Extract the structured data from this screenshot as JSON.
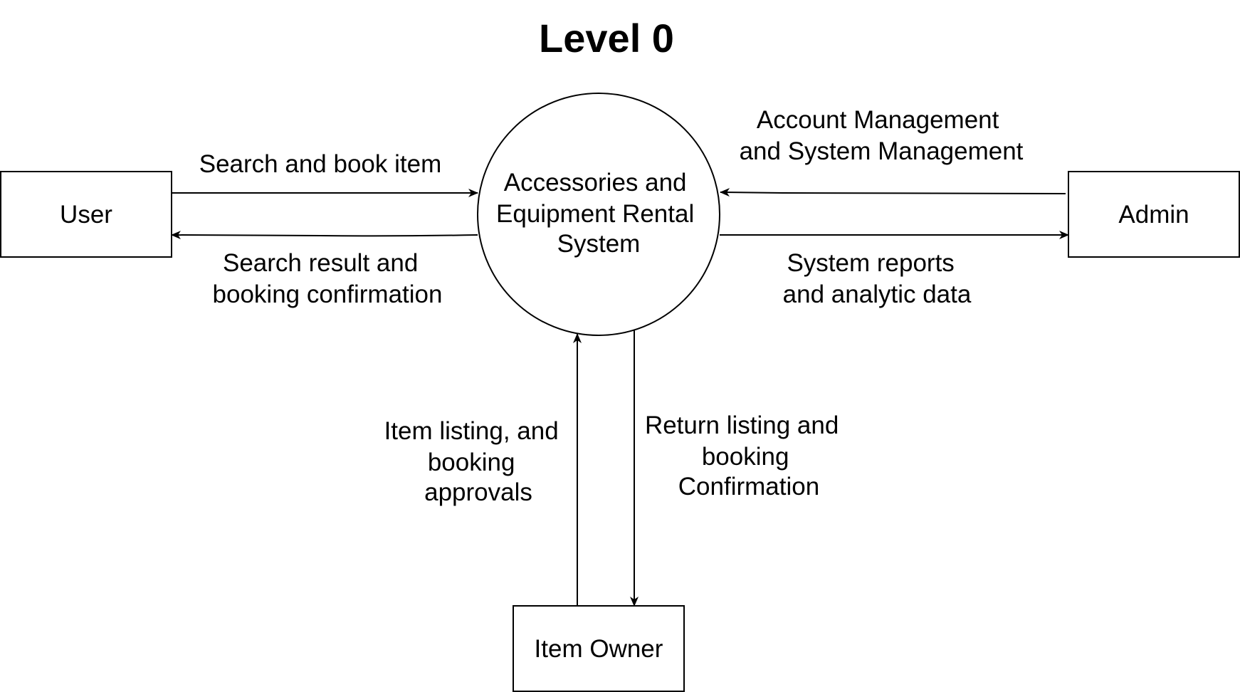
{
  "title": "Level 0",
  "process": {
    "lines": [
      "Accessories and",
      "Equipment Rental",
      "System"
    ]
  },
  "entities": {
    "user": "User",
    "admin": "Admin",
    "item_owner": "Item Owner"
  },
  "flows": {
    "user_to_system": [
      "Search and book item"
    ],
    "system_to_user": [
      "Search result and",
      "booking confirmation"
    ],
    "admin_to_system": [
      "Account Management",
      "and System Management"
    ],
    "system_to_admin": [
      "System reports",
      "and analytic data"
    ],
    "owner_to_system": [
      "Item listing, and",
      "booking",
      "approvals"
    ],
    "system_to_owner": [
      "Return listing and",
      "booking",
      "Confirmation"
    ]
  },
  "colors": {
    "stroke": "#000000",
    "background": "#ffffff"
  }
}
